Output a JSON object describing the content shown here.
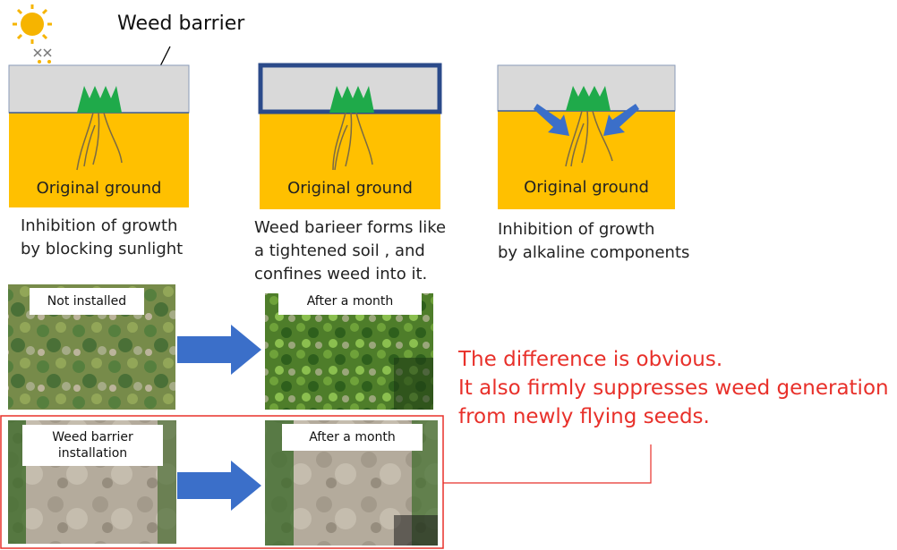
{
  "top_label": "Weed barrier",
  "diagrams": [
    {
      "ground_label": "Original ground",
      "caption": [
        "Inhibition of growth",
        "by blocking sunlight"
      ]
    },
    {
      "ground_label": "Original ground",
      "caption": [
        "Weed barieer forms like",
        "a tightened soil , and",
        "confines weed into it."
      ]
    },
    {
      "ground_label": "Original ground",
      "caption": [
        "Inhibition of growth",
        "by alkaline components"
      ]
    }
  ],
  "photos": {
    "row1": {
      "before_label": "Not installed",
      "after_label": "After a month"
    },
    "row2": {
      "before_label": "Weed barrier installation",
      "after_label": "After a month"
    }
  },
  "callout": [
    "The difference is obvious.",
    "It also firmly suppresses  weed generation",
    "from newly flying seeds."
  ],
  "colors": {
    "ground": "#ffc000",
    "barrier": "#d9d9d9",
    "weed": "#1faa4a",
    "arrow": "#3b6fc9",
    "frame": "#2b4a8a",
    "callout": "#e8302a"
  }
}
